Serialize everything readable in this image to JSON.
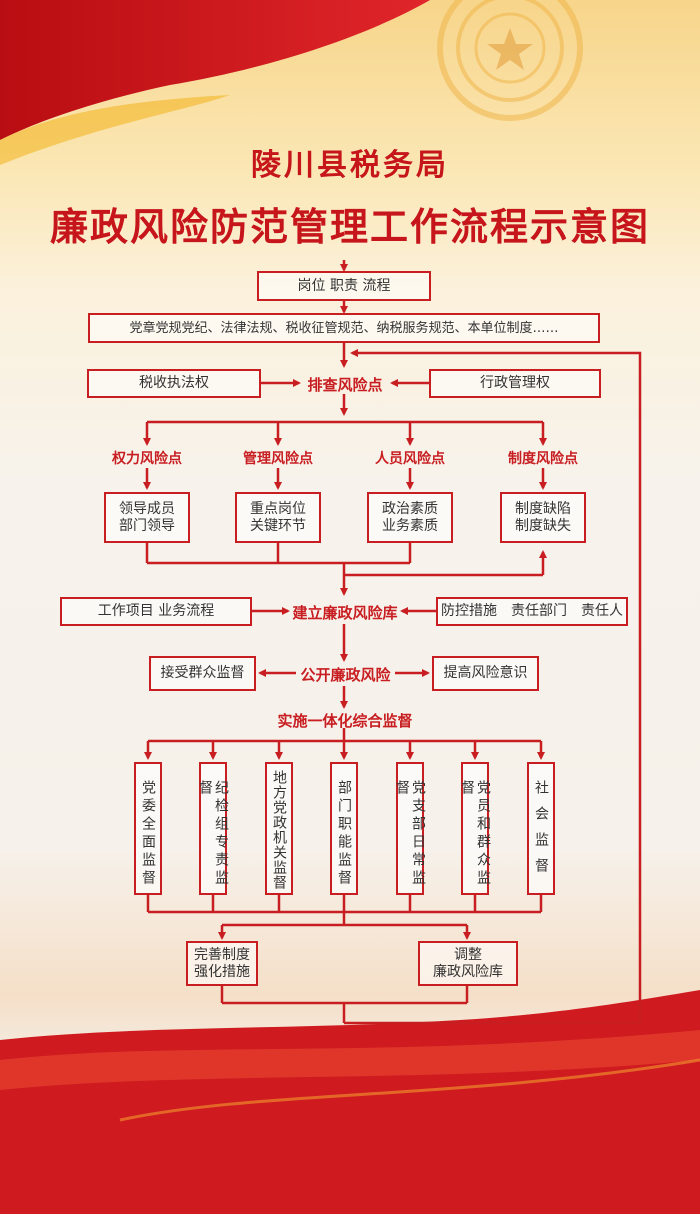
{
  "header": {
    "org": "陵川县税务局",
    "title": "廉政风险防范管理工作流程示意图"
  },
  "top": {
    "post": "岗位 职责 流程",
    "rules": "党章党规党纪、法律法规、税收征管规范、纳税服务规范、本单位制度……"
  },
  "check": {
    "left": "税收执法权",
    "center": "排查风险点",
    "right": "行政管理权"
  },
  "risk_points": [
    {
      "label": "权力风险点",
      "box": "领导成员\n部门领导"
    },
    {
      "label": "管理风险点",
      "box": "重点岗位\n关键环节"
    },
    {
      "label": "人员风险点",
      "box": "政治素质\n业务素质"
    },
    {
      "label": "制度风险点",
      "box": "制度缺陷\n制度缺失"
    }
  ],
  "library": {
    "left": "工作项目 业务流程",
    "center": "建立廉政风险库",
    "right": "防控措施　责任部门　责任人"
  },
  "publicity": {
    "left": "接受群众监督",
    "center": "公开廉政风险",
    "right": "提高风险意识"
  },
  "supervision": {
    "title": "实施一体化综合监督",
    "items": [
      "党委全面监督",
      "纪检组专责监督",
      "地方党政机关监督",
      "部门职能监督",
      "党支部日常监督",
      "党员和群众监督",
      "社会监督"
    ]
  },
  "outcomes": {
    "left": "完善制度\n强化措施",
    "right": "调整\n廉政风险库"
  },
  "colors": {
    "accent": "#c81e22",
    "banner_red": "#c6151b"
  }
}
